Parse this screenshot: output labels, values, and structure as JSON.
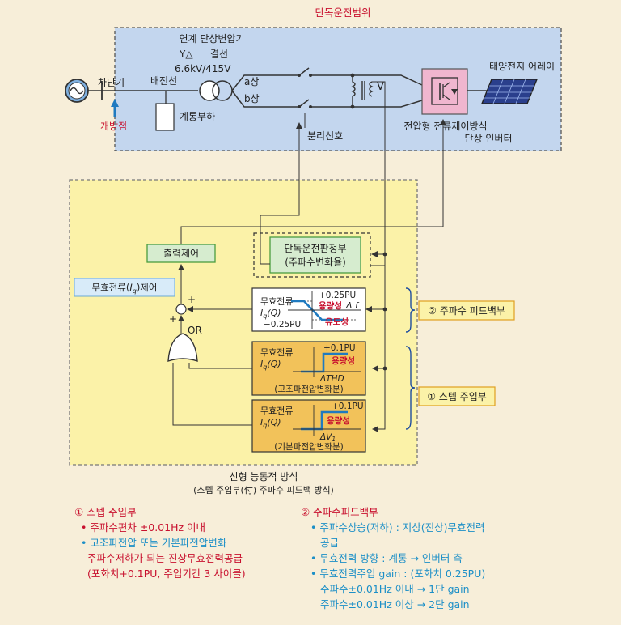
{
  "region_title": "단독운전범위",
  "transformer": {
    "l1": "연계 단상변압기",
    "l2": "결선",
    "l3": "6.6kV/415V"
  },
  "breaker": "차단기",
  "feeder": "배전선",
  "open_point": "개방점",
  "grid_load": "계통부하",
  "phase_a": "a상",
  "phase_b": "b상",
  "voltage": "V",
  "sep_signal": "분리신호",
  "solar_array": "태양전지 어레이",
  "inverter": {
    "l1": "전압형 전류제어방식",
    "l2": "단상 인버터"
  },
  "island_detect": {
    "l1": "단독운전판정부",
    "l2": "(주파수변화율)"
  },
  "output_ctrl": "출력제어",
  "reactive_ctrl": {
    "pre": "무효전류(",
    "i": "I",
    "sub": "q",
    "post": ")제어"
  },
  "freq_block": {
    "l1": "무효전류",
    "l2": "I",
    "l2sub": "q",
    "l2b": "(Q)",
    "pos": "+0.25PU",
    "neg": "−0.25PU",
    "cap": "용량성",
    "ind": "유도성",
    "df": "Δ f"
  },
  "thd_block": {
    "l1": "무효전류",
    "l2": "I",
    "l2sub": "q",
    "l2b": "(Q)",
    "pos": "+0.1PU",
    "cap": "용량성",
    "dthd": "ΔTHD",
    "cap2": "(고조파전압변화분)"
  },
  "v1_block": {
    "l1": "무효전류",
    "l2": "I",
    "l2sub": "q",
    "l2b": "(Q)",
    "pos": "+0.1PU",
    "cap": "용량성",
    "dv1": "ΔV",
    "dv1sub": "1",
    "cap2": "(기본파전압변화분)"
  },
  "or_label": "OR",
  "plus1": "+",
  "plus2": "+",
  "tag_freq": "② 주파수 피드백부",
  "tag_step": "① 스텝 주입부",
  "method": {
    "l1": "신형 능동적 방식",
    "l2": "(스텝 주입부(付) 주파수 피드백 방식)"
  },
  "notes_left": {
    "title": "① 스텝 주입부",
    "b1": "• 주파수편차 ±0.01Hz 이내",
    "b2": "• 고조파전압 또는 기본파전압변화",
    "b3": "주파수저하가 되는 진상무효전력공급",
    "b4": "(포화치+0.1PU, 주입기간 3 사이클)"
  },
  "notes_right": {
    "title": "② 주파수피드백부",
    "b1a": "• 주파수상승(저하) : 지상(진상)무효전력",
    "b1b": "공급",
    "b2": "• 무효전력 방향 : 계통 → 인버터 측",
    "b3": "• 무효전력주입 gain : (포화치 0.25PU)",
    "b4": "주파수±0.01Hz 이내 → 1단 gain",
    "b5": "주파수±0.01Hz 이상 → 2단 gain"
  },
  "colors": {
    "blue_region": "#c3d6ee",
    "yellow_region": "#fbf2a8",
    "green_box": "#d6eccf",
    "orange_block": "#f2c25a",
    "red": "#c8102e",
    "blue": "#1c8fc7"
  }
}
